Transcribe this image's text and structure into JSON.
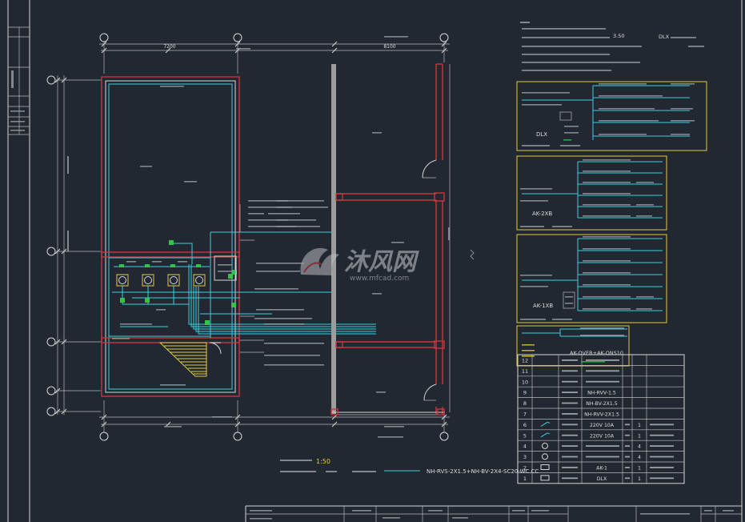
{
  "drawing": {
    "watermark_name": "沐风网",
    "watermark_url": "www.mfcad.com"
  },
  "notes": {
    "height_value": "3.50",
    "panel_code": "DLX"
  },
  "plan": {
    "dim_top_left": "7200",
    "dim_top_right": "8100",
    "scale": "1:50",
    "cable_spec": "NH-RVS-2X1.5+NH-BV-2X4-SC20-WC.CC"
  },
  "panels": [
    {
      "label": "DLX"
    },
    {
      "label": "AK-2XB"
    },
    {
      "label": "AK-1XB"
    },
    {
      "label": "AK-OVER+AK-ONS10"
    }
  ],
  "equipment_table": {
    "rows": [
      {
        "no": "12",
        "spec": "",
        "qty": ""
      },
      {
        "no": "11",
        "spec": "",
        "qty": ""
      },
      {
        "no": "10",
        "spec": "",
        "qty": ""
      },
      {
        "no": "9",
        "spec": "NH-RVV-1.5",
        "qty": ""
      },
      {
        "no": "8",
        "spec": "NH-BV-2X1.5",
        "qty": ""
      },
      {
        "no": "7",
        "spec": "NH-RVV-2X1.5",
        "qty": ""
      },
      {
        "no": "6",
        "spec": "220V 10A",
        "qty": "1"
      },
      {
        "no": "5",
        "spec": "220V 10A",
        "qty": "1"
      },
      {
        "no": "4",
        "spec": "",
        "qty": "4"
      },
      {
        "no": "3",
        "spec": "",
        "qty": "4"
      },
      {
        "no": "2",
        "spec": "AK-1",
        "qty": "1"
      },
      {
        "no": "1",
        "spec": "DLX",
        "qty": "1"
      }
    ]
  },
  "colors": {
    "background": "#222831",
    "wall": "#c8373a",
    "wiring": "#38cfe0",
    "panel_border": "#e2cc36",
    "device": "#36c24a"
  }
}
